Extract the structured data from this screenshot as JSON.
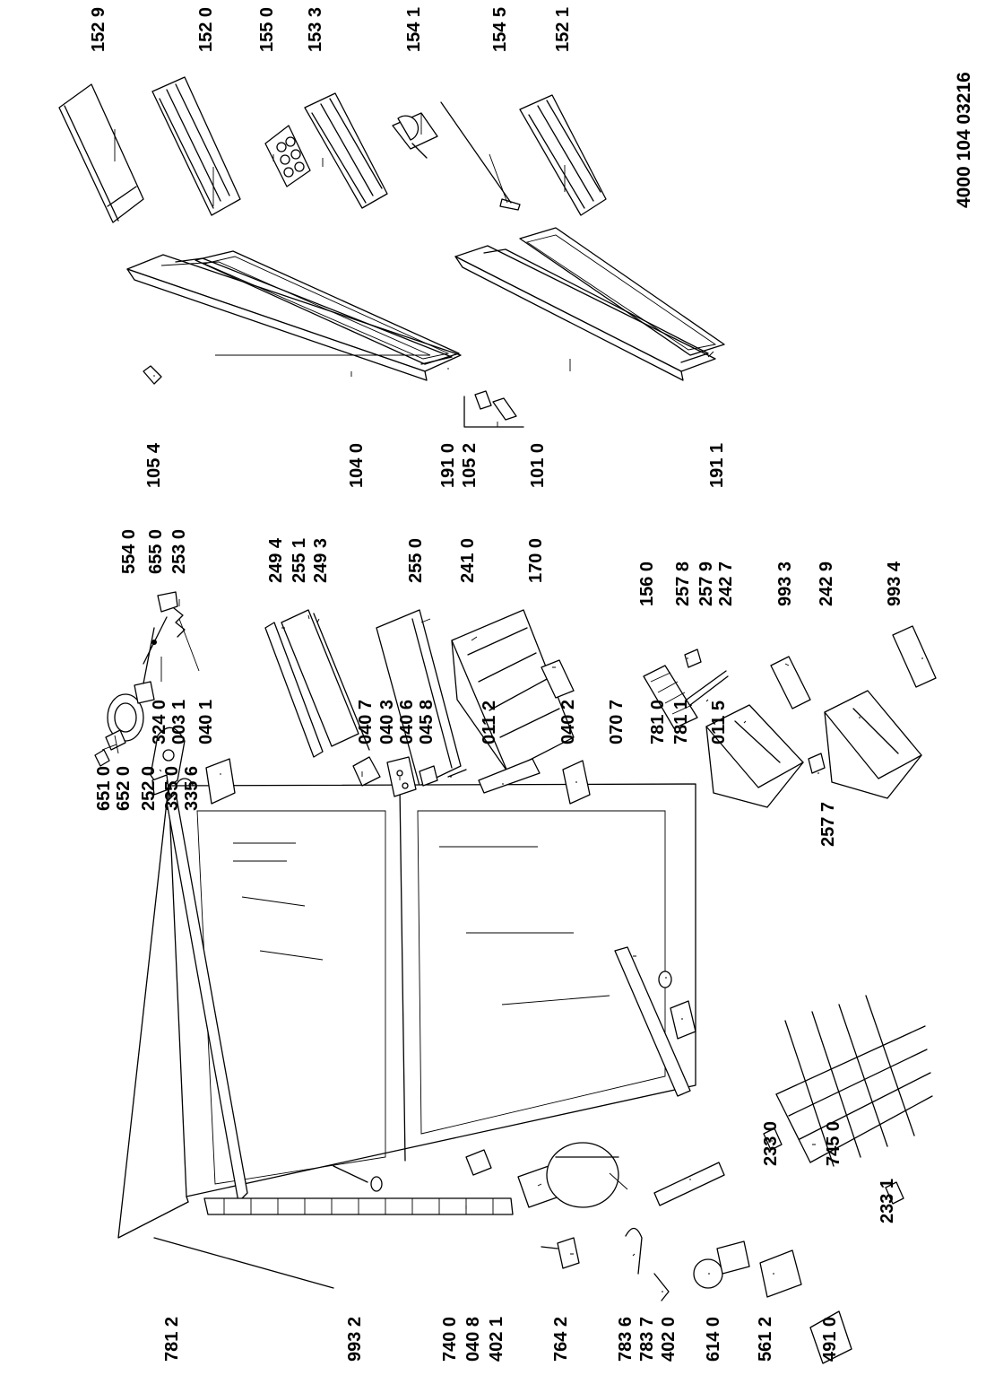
{
  "document_number": "4000 104 03216",
  "labels": [
    {
      "text": "152 9"
    },
    {
      "text": "152 0"
    },
    {
      "text": "155 0"
    },
    {
      "text": "153 3"
    },
    {
      "text": "154 1"
    },
    {
      "text": "154 5"
    },
    {
      "text": "152 1"
    },
    {
      "text": "554 0"
    },
    {
      "text": "655 0"
    },
    {
      "text": "253 0"
    },
    {
      "text": "249 4"
    },
    {
      "text": "255 1"
    },
    {
      "text": "249 3"
    },
    {
      "text": "255 0"
    },
    {
      "text": "241 0"
    },
    {
      "text": "170 0"
    },
    {
      "text": "156 0"
    },
    {
      "text": "257 8"
    },
    {
      "text": "257 9"
    },
    {
      "text": "242 7"
    },
    {
      "text": "993 3"
    },
    {
      "text": "242 9"
    },
    {
      "text": "993 4"
    },
    {
      "text": "105 4"
    },
    {
      "text": "104 0"
    },
    {
      "text": "191 0"
    },
    {
      "text": "105 2"
    },
    {
      "text": "101 0"
    },
    {
      "text": "191 1"
    },
    {
      "text": "651 0"
    },
    {
      "text": "652 0"
    },
    {
      "text": "252 0"
    },
    {
      "text": "335 0"
    },
    {
      "text": "335 6"
    },
    {
      "text": "324 0"
    },
    {
      "text": "003 1"
    },
    {
      "text": "040 1"
    },
    {
      "text": "040 7"
    },
    {
      "text": "040 3"
    },
    {
      "text": "040 6"
    },
    {
      "text": "045 8"
    },
    {
      "text": "011 2"
    },
    {
      "text": "040 2"
    },
    {
      "text": "070 7"
    },
    {
      "text": "781 0"
    },
    {
      "text": "781 1"
    },
    {
      "text": "011 5"
    },
    {
      "text": "257 7"
    },
    {
      "text": "233 0"
    },
    {
      "text": "745 0"
    },
    {
      "text": "233 1"
    },
    {
      "text": "781 2"
    },
    {
      "text": "993 2"
    },
    {
      "text": "740 0"
    },
    {
      "text": "040 8"
    },
    {
      "text": "402 1"
    },
    {
      "text": "764 2"
    },
    {
      "text": "783 6"
    },
    {
      "text": "783 7"
    },
    {
      "text": "402 0"
    },
    {
      "text": "614 0"
    },
    {
      "text": "561 2"
    },
    {
      "text": "491 0"
    }
  ]
}
